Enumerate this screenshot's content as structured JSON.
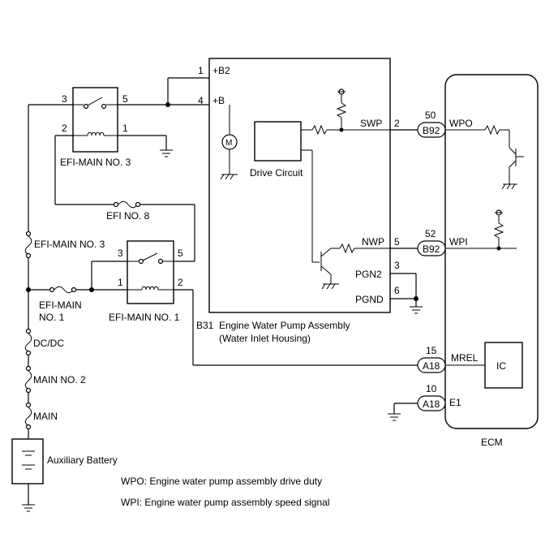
{
  "components": {
    "relay_efi_main3": {
      "label": "EFI-MAIN NO. 3",
      "pins": [
        "3",
        "5",
        "2",
        "1"
      ]
    },
    "relay_efi_main1": {
      "label": "EFI-MAIN NO. 1",
      "pins": [
        "3",
        "5",
        "1",
        "2"
      ]
    },
    "fuse_efi8": {
      "label": "EFI NO. 8"
    },
    "fuse_efi_main3": {
      "label": "EFI-MAIN NO. 3"
    },
    "fuse_efi_main1": {
      "label_line1": "EFI-MAIN",
      "label_line2": "NO. 1"
    },
    "fuse_dcdc": {
      "label": "DC/DC"
    },
    "fuse_main2": {
      "label": "MAIN NO. 2"
    },
    "fuse_main": {
      "label": "MAIN"
    },
    "battery": {
      "label": "Auxiliary Battery"
    },
    "pump": {
      "connector": "B31",
      "title_line1": "Engine Water Pump Assembly",
      "title_line2": "(Water Inlet Housing)",
      "drive_circuit": "Drive Circuit",
      "motor": "M",
      "pins": {
        "p1": "1",
        "b2": "+B2",
        "p4": "4",
        "b": "+B",
        "p2": "2",
        "swp": "SWP",
        "p5": "5",
        "nwp": "NWP",
        "p3": "3",
        "pgn2": "PGN2",
        "p6": "6",
        "pgnd": "PGND"
      }
    },
    "ecm": {
      "label": "ECM",
      "ic": "IC",
      "pins": [
        {
          "num": "50",
          "connector": "B92",
          "signal": "WPO"
        },
        {
          "num": "52",
          "connector": "B92",
          "signal": "WPI"
        },
        {
          "num": "15",
          "connector": "A18",
          "signal": "MREL"
        },
        {
          "num": "10",
          "connector": "A18",
          "signal": "E1"
        }
      ]
    }
  },
  "legend": [
    "WPO: Engine water pump assembly drive duty",
    "WPI: Engine water pump assembly speed signal"
  ]
}
